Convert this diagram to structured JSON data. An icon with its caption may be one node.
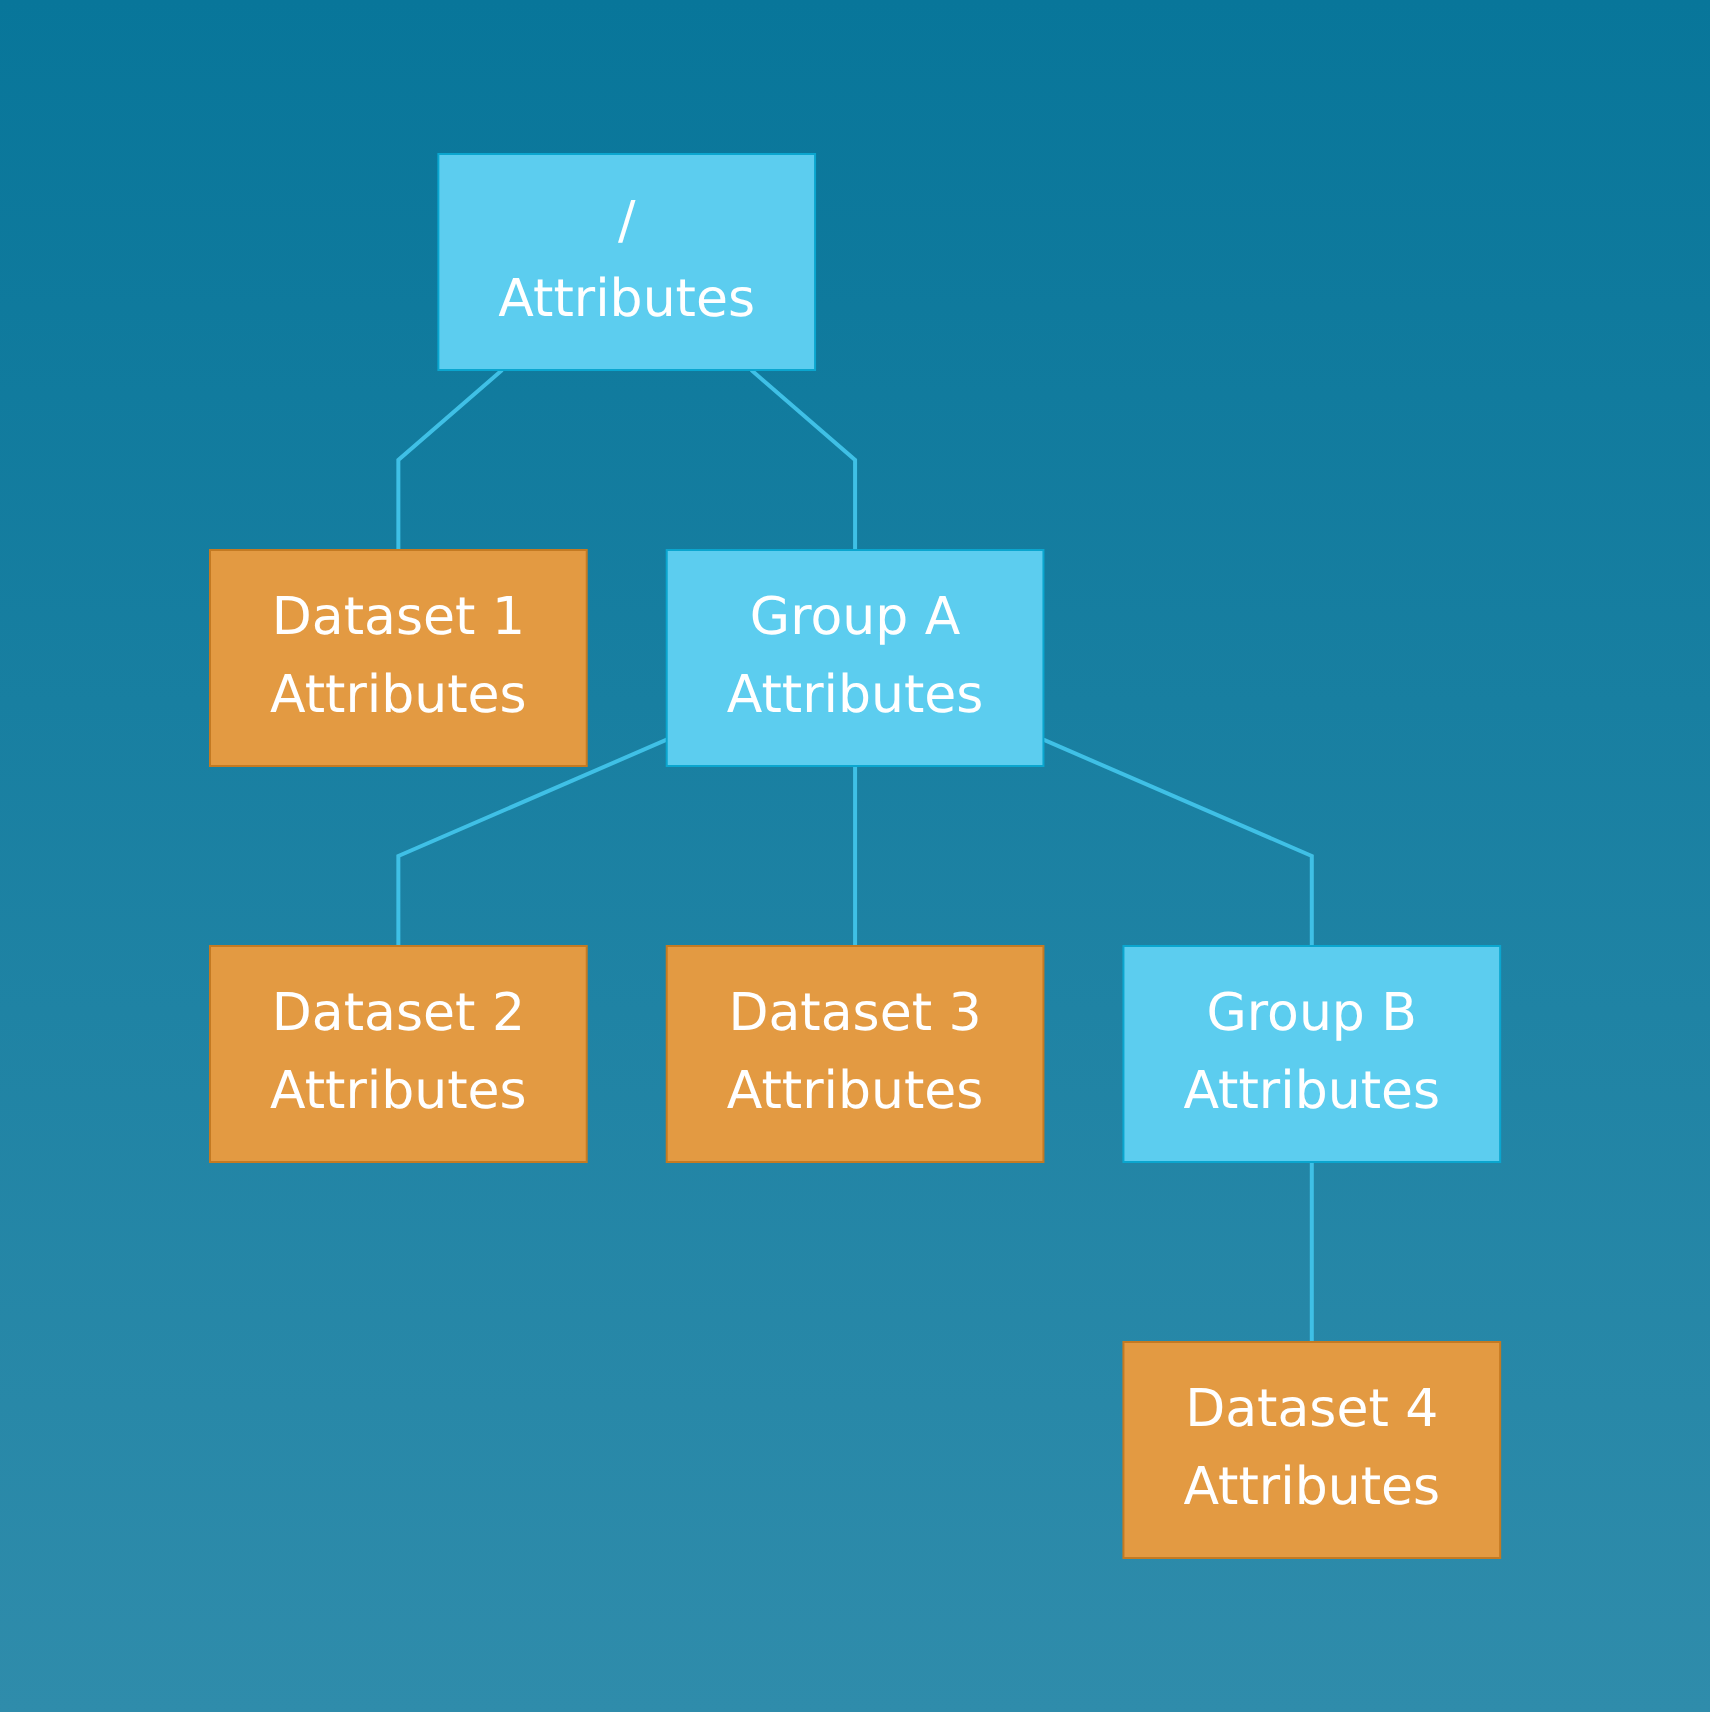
{
  "diagram": {
    "nodes": [
      {
        "text": [
          "/",
          "Attributes"
        ]
      },
      {
        "text": [
          "Dataset 1",
          "Attributes"
        ]
      },
      {
        "text": [
          "Group A",
          "Attributes"
        ]
      },
      {
        "text": [
          "Dataset 2",
          "Attributes"
        ]
      },
      {
        "text": [
          "Dataset 3",
          "Attributes"
        ]
      },
      {
        "text": [
          "Group B",
          "Attributes"
        ]
      },
      {
        "text": [
          "Dataset 4",
          "Attributes"
        ]
      }
    ],
    "edges": [
      {
        "from": 0,
        "to": 1,
        "arrow": "none"
      },
      {
        "from": 0,
        "to": 2,
        "arrow": "none"
      },
      {
        "from": 2,
        "to": 3,
        "arrow": "none"
      },
      {
        "from": 2,
        "to": 4,
        "arrow": "none"
      },
      {
        "from": 2,
        "to": 5,
        "arrow": "none"
      },
      {
        "from": 5,
        "to": 6,
        "arrow": "none"
      }
    ]
  }
}
